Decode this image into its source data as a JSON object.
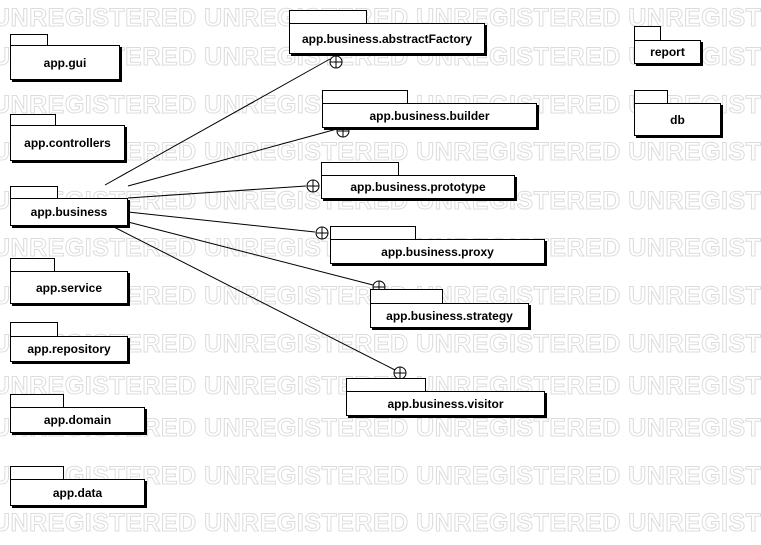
{
  "watermark": {
    "text": "UNREGISTERED"
  },
  "diagram": {
    "packages": {
      "gui": "app.gui",
      "controllers": "app.controllers",
      "business": "app.business",
      "service": "app.service",
      "repository": "app.repository",
      "domain": "app.domain",
      "data": "app.data",
      "abstract_factory": "app.business.abstractFactory",
      "builder": "app.business.builder",
      "prototype": "app.business.prototype",
      "proxy": "app.business.proxy",
      "strategy": "app.business.strategy",
      "visitor": "app.business.visitor",
      "report": "report",
      "db": "db"
    },
    "relations": {
      "type": "containment",
      "from": "business",
      "to": [
        "abstract_factory",
        "builder",
        "prototype",
        "proxy",
        "strategy",
        "visitor"
      ]
    }
  }
}
